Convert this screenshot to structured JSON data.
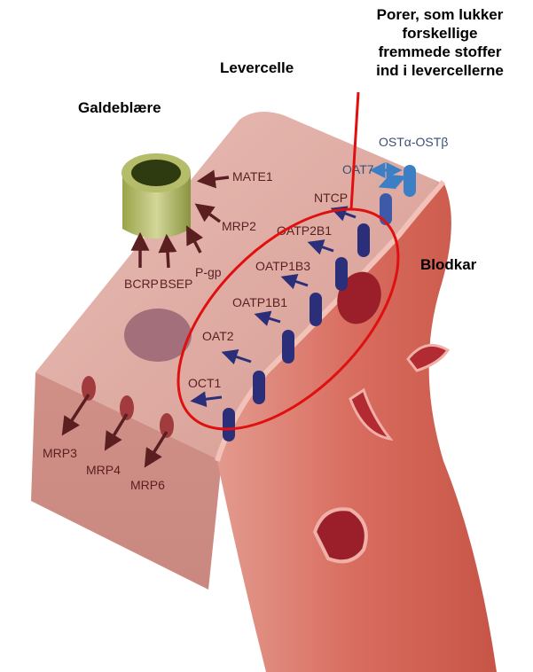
{
  "callouts": {
    "pores": [
      "Porer, som lukker",
      "forskellige",
      "fremmede stoffer",
      "ind i levercellerne"
    ],
    "liver_cell": "Levercelle",
    "gallbladder": "Galdeblære",
    "blood_vessel": "Blodkar"
  },
  "transporters": {
    "bile_side": [
      "MATE1",
      "MRP2",
      "BCRP",
      "BSEP",
      "P-gp"
    ],
    "basolateral_efflux": [
      "MRP3",
      "MRP4",
      "MRP6"
    ],
    "sinusoidal_uptake": [
      "OCT1",
      "OAT2",
      "OATP1B1",
      "OATP1B3",
      "OATP2B1",
      "NTCP",
      "OAT7",
      "OSTα-OSTβ"
    ]
  },
  "colors": {
    "cell": "#d9a49c",
    "vessel": "#d76a5e",
    "arrow_dark": "#5b1f22",
    "pore": "#2b2f7a",
    "highlight": "#e01010"
  }
}
